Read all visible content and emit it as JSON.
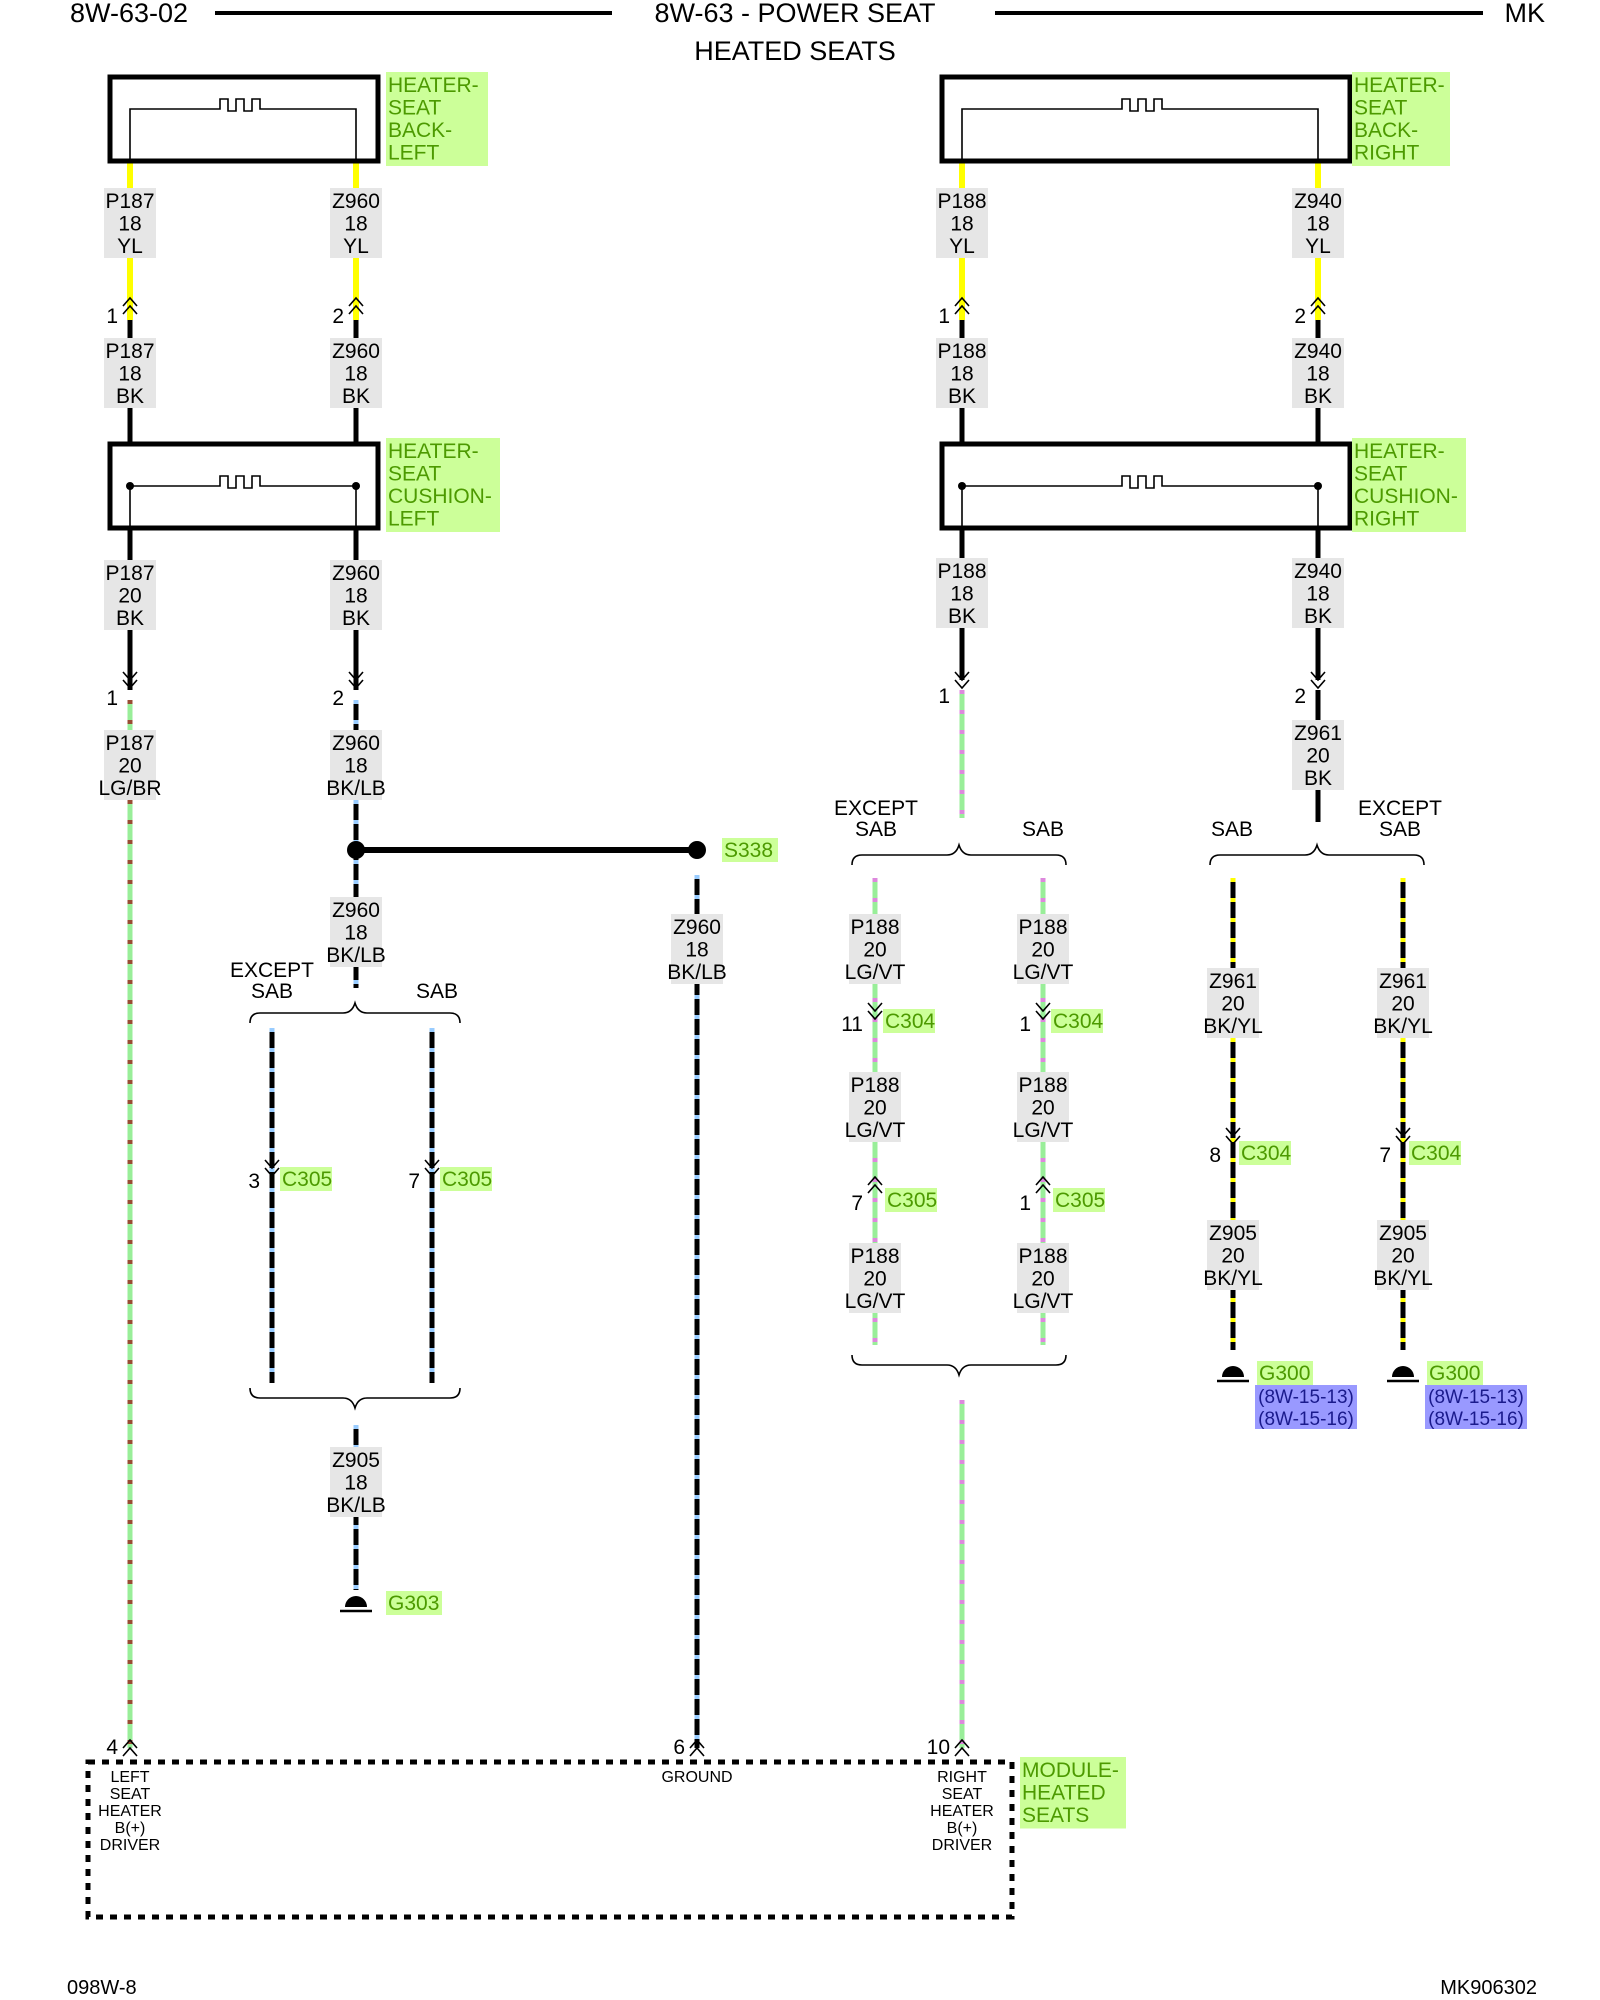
{
  "header": {
    "page_code": "8W-63-02",
    "title": "8W-63 - POWER SEAT",
    "subtitle": "HEATED SEATS",
    "model": "MK"
  },
  "footer": {
    "left": "098W-8",
    "right": "MK906302"
  },
  "components": {
    "back_left": [
      "HEATER-",
      "SEAT",
      "BACK-",
      "LEFT"
    ],
    "back_right": [
      "HEATER-",
      "SEAT",
      "BACK-",
      "RIGHT"
    ],
    "cushion_left": [
      "HEATER-",
      "SEAT",
      "CUSHION-",
      "LEFT"
    ],
    "cushion_right": [
      "HEATER-",
      "SEAT",
      "CUSHION-",
      "RIGHT"
    ],
    "module": [
      "MODULE-",
      "HEATED",
      "SEATS"
    ]
  },
  "wires": {
    "l_p187_yl": [
      "P187",
      "18",
      "YL"
    ],
    "l_z960_yl": [
      "Z960",
      "18",
      "YL"
    ],
    "l_p187_bk1": [
      "P187",
      "18",
      "BK"
    ],
    "l_z960_bk1": [
      "Z960",
      "18",
      "BK"
    ],
    "l_p187_bk2": [
      "P187",
      "20",
      "BK"
    ],
    "l_z960_bk2": [
      "Z960",
      "18",
      "BK"
    ],
    "l_p187_lgbr": [
      "P187",
      "20",
      "LG/BR"
    ],
    "l_z960_bklb1": [
      "Z960",
      "18",
      "BK/LB"
    ],
    "l_z960_bklb2": [
      "Z960",
      "18",
      "BK/LB"
    ],
    "l_z960_bklb3": [
      "Z960",
      "18",
      "BK/LB"
    ],
    "l_z905_bklb": [
      "Z905",
      "18",
      "BK/LB"
    ],
    "r_p188_yl": [
      "P188",
      "18",
      "YL"
    ],
    "r_z940_yl": [
      "Z940",
      "18",
      "YL"
    ],
    "r_p188_bk1": [
      "P188",
      "18",
      "BK"
    ],
    "r_z940_bk1": [
      "Z940",
      "18",
      "BK"
    ],
    "r_p188_bk2": [
      "P188",
      "18",
      "BK"
    ],
    "r_z940_bk2": [
      "Z940",
      "18",
      "BK"
    ],
    "r_z961_bk": [
      "Z961",
      "20",
      "BK"
    ],
    "r_p188_a1": [
      "P188",
      "20",
      "LG/VT"
    ],
    "r_p188_a2": [
      "P188",
      "20",
      "LG/VT"
    ],
    "r_p188_a3": [
      "P188",
      "20",
      "LG/VT"
    ],
    "r_p188_b1": [
      "P188",
      "20",
      "LG/VT"
    ],
    "r_p188_b2": [
      "P188",
      "20",
      "LG/VT"
    ],
    "r_p188_b3": [
      "P188",
      "20",
      "LG/VT"
    ],
    "r_z961_a": [
      "Z961",
      "20",
      "BK/YL"
    ],
    "r_z961_b": [
      "Z961",
      "20",
      "BK/YL"
    ],
    "r_z905_a": [
      "Z905",
      "20",
      "BK/YL"
    ],
    "r_z905_b": [
      "Z905",
      "20",
      "BK/YL"
    ]
  },
  "options": {
    "except_sab": [
      "EXCEPT",
      "SAB"
    ],
    "sab": "SAB"
  },
  "pins": {
    "p1": "1",
    "p2": "2",
    "p3": "3",
    "p4": "4",
    "p6": "6",
    "p7": "7",
    "p8": "8",
    "p10": "10",
    "p11": "11"
  },
  "connectors": {
    "c304": "C304",
    "c305": "C305"
  },
  "splice": "S338",
  "grounds": {
    "g303": "G303",
    "g300": "G300",
    "ref1": "(8W-15-13)",
    "ref2": "(8W-15-16)"
  },
  "module_pins": {
    "left": [
      "LEFT",
      "SEAT",
      "HEATER",
      "B(+)",
      "DRIVER"
    ],
    "ground": "GROUND",
    "right": [
      "RIGHT",
      "SEAT",
      "HEATER",
      "B(+)",
      "DRIVER"
    ]
  },
  "colors": {
    "label_bg": "#ccff99",
    "label_text": "#4c9a00",
    "ref_bg": "#9999ff",
    "ref_text": "#1a1a8c",
    "wire_label_bg": "#e6e6e6",
    "yellow": "#ffff00",
    "light_green": "#99ee99",
    "brown": "#994c33",
    "light_blue": "#99ccff",
    "violet": "#dd88dd"
  }
}
